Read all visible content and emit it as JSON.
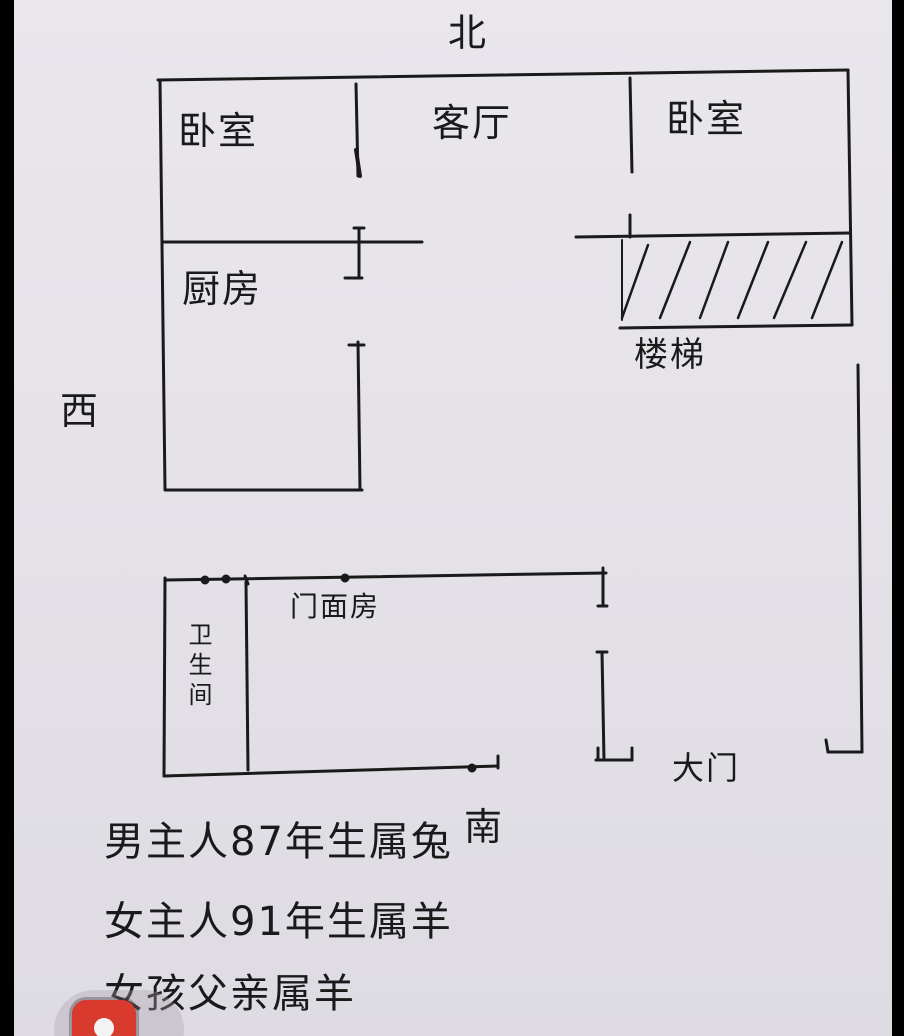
{
  "compass": {
    "north": "北",
    "south": "南",
    "west": "西"
  },
  "rooms": {
    "bedroom_left": "卧室",
    "living_room": "客厅",
    "bedroom_right": "卧室",
    "kitchen": "厨房",
    "stairs": "楼梯",
    "storefront": "门面房",
    "bathroom": "卫生间",
    "main_door": "大门"
  },
  "notes": [
    "男主人87年生属兔",
    "女主人91年生属羊",
    "女孩父亲属羊"
  ],
  "colors": {
    "ink": "#1a1a1a",
    "paper": "#e7e4ea",
    "app_icon": "#d93a2e"
  }
}
